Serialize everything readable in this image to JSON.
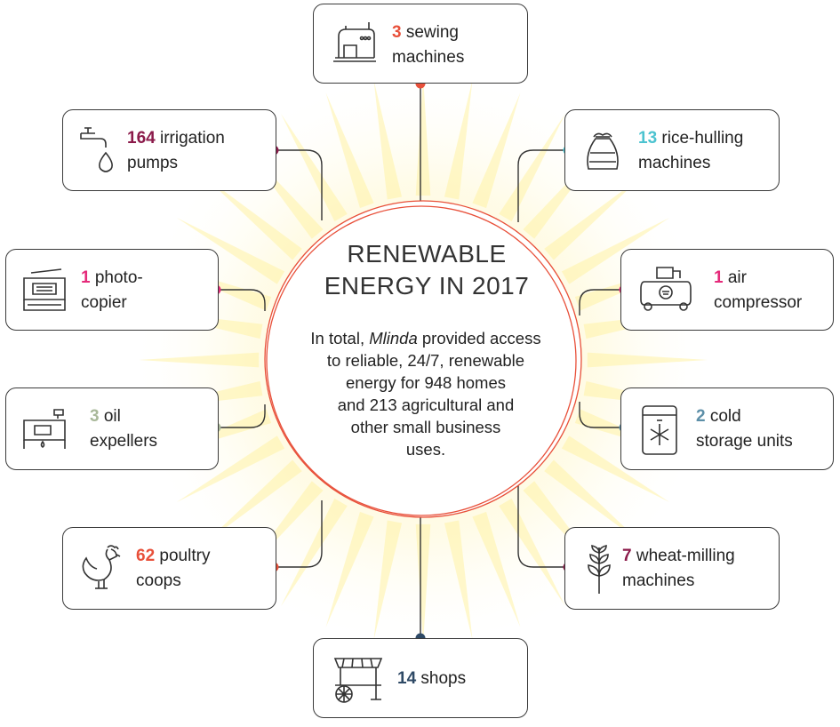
{
  "center": {
    "title_line1": "RENEWABLE",
    "title_line2": "ENERGY IN 2017",
    "text_line1_pre": "In total, ",
    "text_line1_em": "Mlinda",
    "text_line1_post": " provided access",
    "text_line2": "to reliable,  24/7, renewable",
    "text_line3": "energy for 948 homes",
    "text_line4": "and 213 agricultural and",
    "text_line5": "other small business",
    "text_line6": "uses."
  },
  "colors": {
    "sewing": "#e8503a",
    "irrigation": "#8b1a4a",
    "rice": "#4cc3d0",
    "photocopier": "#e52a7a",
    "air": "#e52a7a",
    "oil": "#a9b89a",
    "cold": "#5d8fa8",
    "poultry": "#e8503a",
    "wheat": "#8b1a4a",
    "shops": "#2f4a66",
    "ring": "#e8503a"
  },
  "items": {
    "sewing": {
      "num": "3",
      "text1": " sewing",
      "text2": "machines",
      "icon": "sewing-machine-icon"
    },
    "irrigation": {
      "num": "164",
      "text1": " irrigation",
      "text2": "pumps",
      "icon": "tap-drop-icon"
    },
    "rice": {
      "num": "13",
      "text1": " rice-hulling",
      "text2": "machines",
      "icon": "rice-sack-icon"
    },
    "photocopier": {
      "num": "1",
      "text1": " photo-",
      "text2": "copier",
      "icon": "photocopier-icon"
    },
    "air": {
      "num": "1",
      "text1": " air",
      "text2": "compressor",
      "icon": "air-compressor-icon"
    },
    "oil": {
      "num": "3",
      "text1": " oil",
      "text2": "expellers",
      "icon": "oil-expeller-icon"
    },
    "cold": {
      "num": "2",
      "text1": " cold",
      "text2": "storage units",
      "icon": "snowflake-fridge-icon"
    },
    "poultry": {
      "num": "62",
      "text1": " poultry",
      "text2": "coops",
      "icon": "rooster-icon"
    },
    "wheat": {
      "num": "7",
      "text1": " wheat-milling",
      "text2": "machines",
      "icon": "wheat-icon"
    },
    "shops": {
      "num": "14",
      "text1": " shops",
      "icon": "market-cart-icon"
    }
  }
}
